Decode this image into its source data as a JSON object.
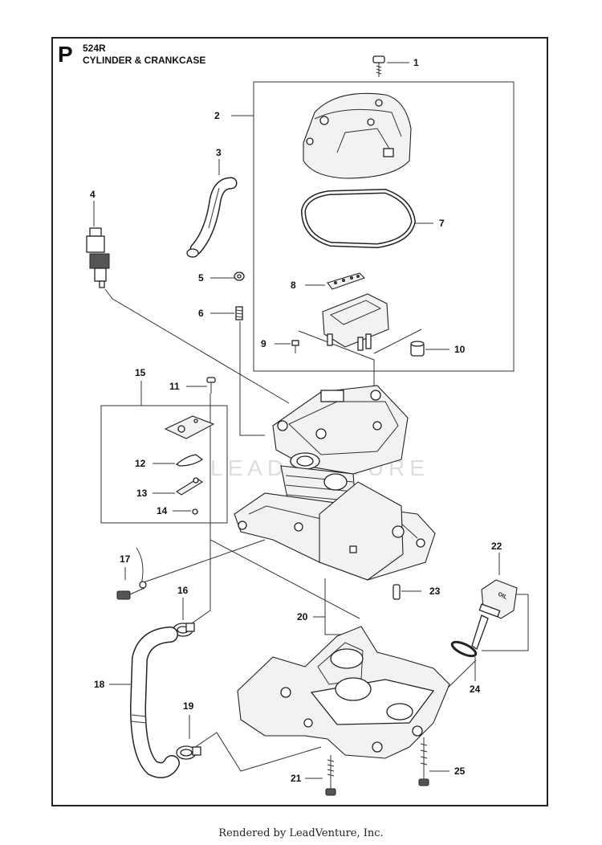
{
  "header": {
    "section": "P",
    "model": "524R",
    "title": "CYLINDER & CRANKCASE"
  },
  "watermark": "LEADVENTURE",
  "callouts": [
    "1",
    "2",
    "3",
    "4",
    "5",
    "6",
    "7",
    "8",
    "9",
    "10",
    "11",
    "12",
    "13",
    "14",
    "15",
    "16",
    "17",
    "18",
    "19",
    "20",
    "21",
    "22",
    "23",
    "24",
    "25"
  ],
  "footer": "Rendered by LeadVenture, Inc."
}
